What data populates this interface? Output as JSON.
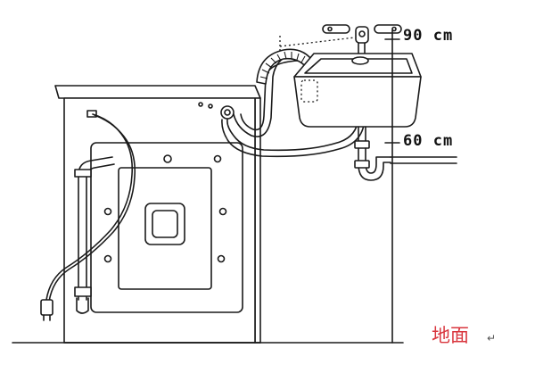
{
  "labels": {
    "height_high": "90 cm",
    "height_low": "60 cm",
    "floor": "地面",
    "return_mark": "↵"
  },
  "colors": {
    "line": "#1a1a1a",
    "hose_fill": "#e6e6e6",
    "floor_label": "#d9363e"
  }
}
